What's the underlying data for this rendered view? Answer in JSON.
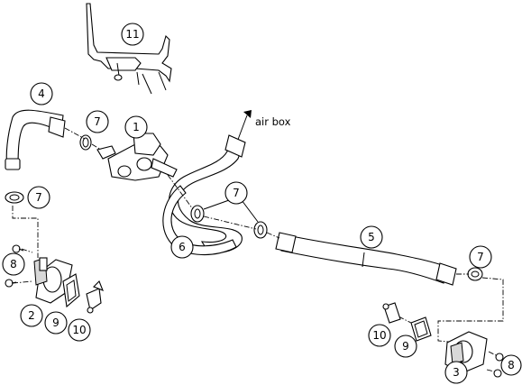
{
  "callouts": {
    "c11": "11",
    "c4": "4",
    "c7a": "7",
    "c1": "1",
    "c7b": "7",
    "c7c": "7",
    "c6": "6",
    "c5": "5",
    "c7d": "7",
    "c8a": "8",
    "c2": "2",
    "c9a": "9",
    "c10a": "10",
    "c10b": "10",
    "c9b": "9",
    "c3": "3",
    "c8b": "8"
  },
  "annotations": {
    "air_box": "air box"
  }
}
